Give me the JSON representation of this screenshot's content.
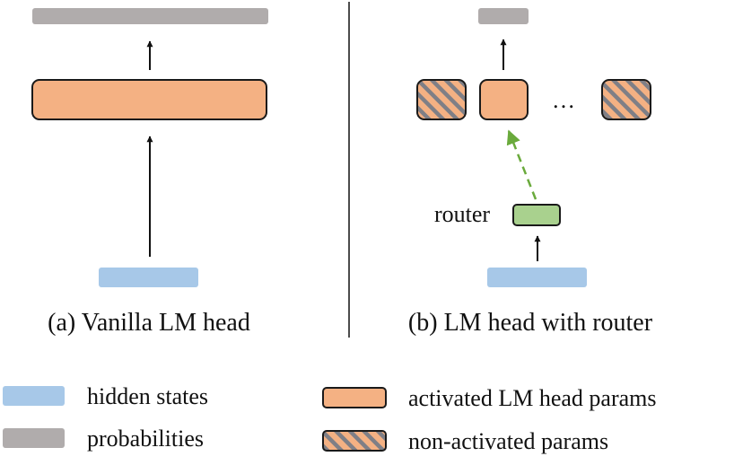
{
  "panel_a": {
    "caption": "(a) Vanilla LM head"
  },
  "panel_b": {
    "caption": "(b) LM head with router",
    "router_label": "router",
    "ellipsis": "…"
  },
  "legend": {
    "hidden_states": "hidden states",
    "probabilities": "probabilities",
    "activated": "activated LM head params",
    "non_activated": "non-activated params"
  },
  "colors": {
    "hidden_states": "#a7c8e8",
    "probabilities": "#b0acac",
    "activated_head": "#f4b183",
    "router": "#a9d18e",
    "router_arrow": "#6aaa3c",
    "hatch_stripe": "#7f7f86",
    "outline": "#1a1a1a"
  }
}
